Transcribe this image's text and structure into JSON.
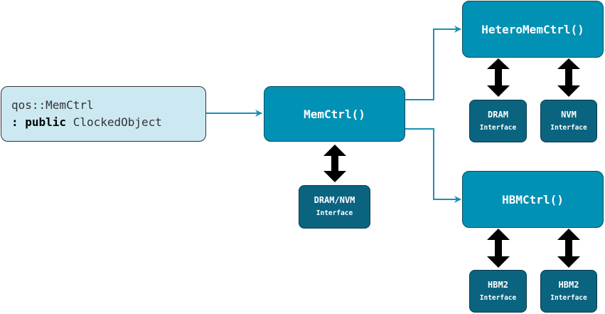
{
  "class_box": {
    "line1": "qos::MemCtrl",
    "line2_prefix": ": ",
    "keyword": "public",
    "line2_suffix": " ClockedObject"
  },
  "memctrl": {
    "label": "MemCtrl()"
  },
  "heteromemctrl": {
    "label": "HeteroMemCtrl()"
  },
  "hbmctrl": {
    "label": "HBMCtrl()"
  },
  "interfaces": {
    "dram_nvm": {
      "name": "DRAM/NVM",
      "sub": "Interface"
    },
    "dram": {
      "name": "DRAM",
      "sub": "Interface"
    },
    "nvm": {
      "name": "NVM",
      "sub": "Interface"
    },
    "hbm2_a": {
      "name": "HBM2",
      "sub": "Interface"
    },
    "hbm2_b": {
      "name": "HBM2",
      "sub": "Interface"
    }
  },
  "colors": {
    "controller_fill": "#0091b5",
    "interface_fill": "#0a6480",
    "class_fill": "#cce9f2",
    "connector": "#1a90b8",
    "bidirectional_arrow": "#000000"
  }
}
